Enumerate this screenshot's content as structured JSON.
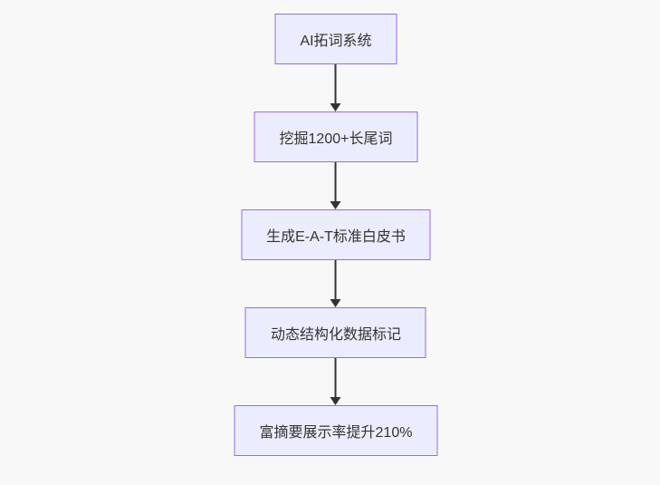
{
  "diagram": {
    "type": "flowchart",
    "direction": "top-down",
    "colors": {
      "background": "#f8f8f8",
      "node_fill": "#ECECFF",
      "node_border": "#9370DB",
      "node_text": "#333333",
      "arrow": "#333333"
    },
    "nodes": [
      {
        "id": "step-1",
        "label": "AI拓词系统"
      },
      {
        "id": "step-2",
        "label": "挖掘1200+长尾词"
      },
      {
        "id": "step-3",
        "label": "生成E-A-T标准白皮书"
      },
      {
        "id": "step-4",
        "label": "动态结构化数据标记"
      },
      {
        "id": "step-5",
        "label": "富摘要展示率提升210%"
      }
    ],
    "edges": [
      {
        "from": "step-1",
        "to": "step-2"
      },
      {
        "from": "step-2",
        "to": "step-3"
      },
      {
        "from": "step-3",
        "to": "step-4"
      },
      {
        "from": "step-4",
        "to": "step-5"
      }
    ]
  }
}
